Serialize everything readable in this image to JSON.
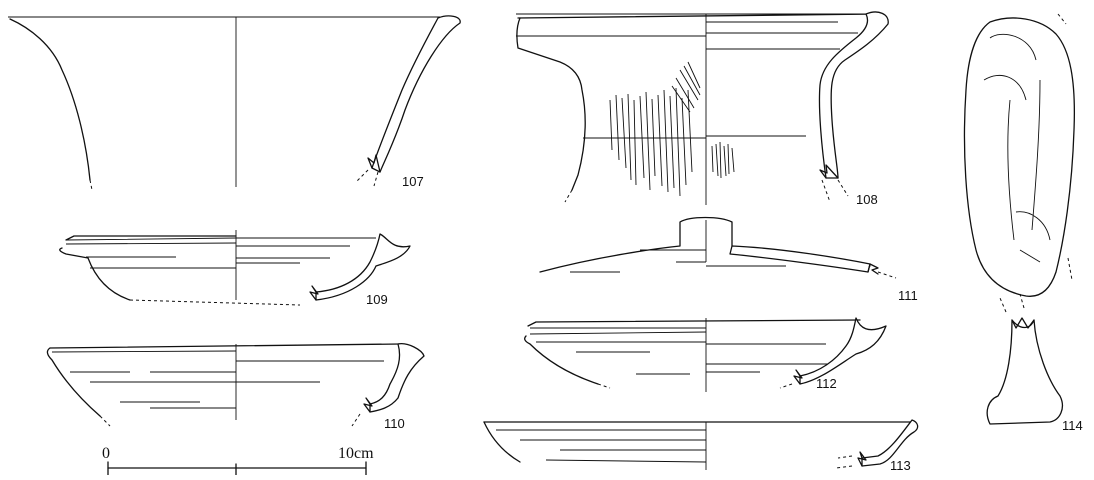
{
  "figures": [
    {
      "id": "fig-107",
      "label": "107"
    },
    {
      "id": "fig-108",
      "label": "108"
    },
    {
      "id": "fig-109",
      "label": "109"
    },
    {
      "id": "fig-110",
      "label": "110"
    },
    {
      "id": "fig-111",
      "label": "111"
    },
    {
      "id": "fig-112",
      "label": "112"
    },
    {
      "id": "fig-113",
      "label": "113"
    },
    {
      "id": "fig-114",
      "label": "114"
    }
  ],
  "scale_bar": {
    "start_label": "0",
    "end_label": "10cm"
  }
}
